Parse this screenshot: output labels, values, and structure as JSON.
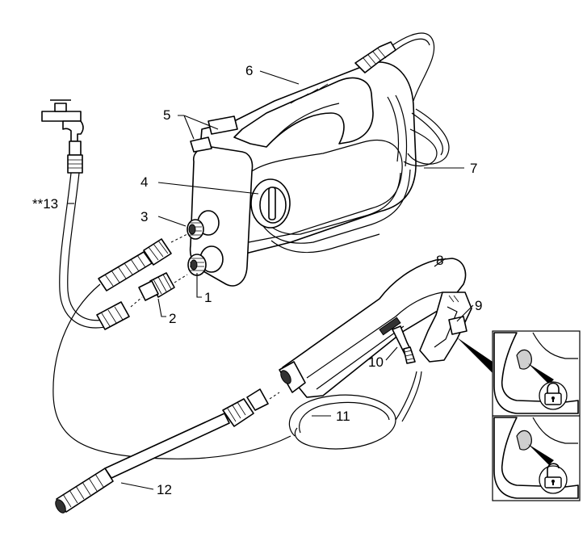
{
  "labels": {
    "l1": "1",
    "l2": "2",
    "l3": "3",
    "l4": "4",
    "l5": "5",
    "l6": "6",
    "l7": "7",
    "l8": "8",
    "l9": "9",
    "l10": "10",
    "l11": "11",
    "l12": "12",
    "l13": "**13"
  },
  "icons": {
    "locked": "padlock-closed-icon",
    "unlocked": "padlock-open-icon"
  }
}
